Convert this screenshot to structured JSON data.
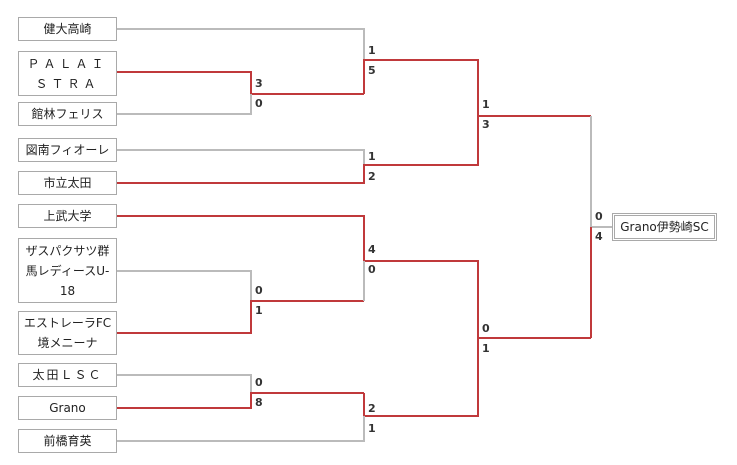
{
  "teams": [
    "健大高崎",
    "ＰＡＬＡＩＳＴＲＡ",
    "館林フェリス",
    "図南フィオーレ",
    "市立太田",
    "上武大学",
    "ザスパクサツ群馬レディースU-18",
    "エストレーラFC境メニーナ",
    "太田ＬＳＣ",
    "Grano",
    "前橋育英"
  ],
  "champion": "Grano伊勢崎SC",
  "scores": {
    "r1_a_top": "3",
    "r1_a_bot": "0",
    "r1_b_top": "0",
    "r1_b_bot": "1",
    "r1_c_top": "0",
    "r1_c_bot": "8",
    "r2_a_top": "1",
    "r2_a_bot": "5",
    "r2_b_top": "1",
    "r2_b_bot": "2",
    "r2_c_top": "4",
    "r2_c_bot": "0",
    "r2_d_top": "2",
    "r2_d_bot": "1",
    "sf_a_top": "1",
    "sf_a_bot": "3",
    "sf_b_top": "0",
    "sf_b_bot": "1",
    "f_top": "0",
    "f_bot": "4"
  },
  "colors": {
    "winner": "#c0393b",
    "loser": "#bbbbbb"
  }
}
